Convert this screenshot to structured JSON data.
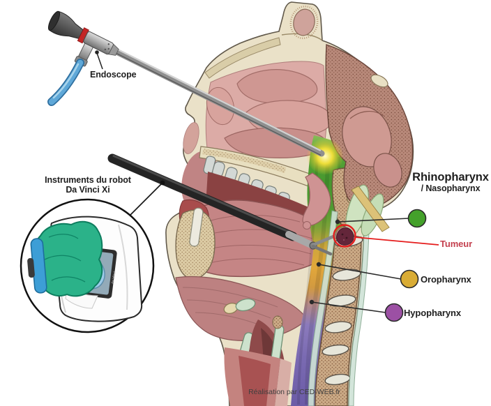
{
  "labels": {
    "endoscope": "Endoscope",
    "robot_line1": "Instruments du robot",
    "robot_line2": "Da Vinci Xi",
    "machine_brand": "da Vinci",
    "credit": "Réalisation par CED-WEB.fr"
  },
  "legend": {
    "rhinopharynx": {
      "label": "Rhinopharynx",
      "sublabel": "/ Nasopharynx",
      "dot_color": "#44a12b"
    },
    "tumeur": {
      "label": "Tumeur",
      "line_color": "#e51d1d",
      "text_color": "#c4414f"
    },
    "oropharynx": {
      "label": "Oropharynx",
      "dot_color": "#d9ac35"
    },
    "hypopharynx": {
      "label": "Hypopharynx",
      "dot_color": "#9c50a4"
    }
  },
  "zones": {
    "nasopharynx_color": "#4f9c31",
    "oropharynx_color": "#e0a538",
    "hypopharynx_color": "#7767b0",
    "tumor_color": "#64263a"
  }
}
